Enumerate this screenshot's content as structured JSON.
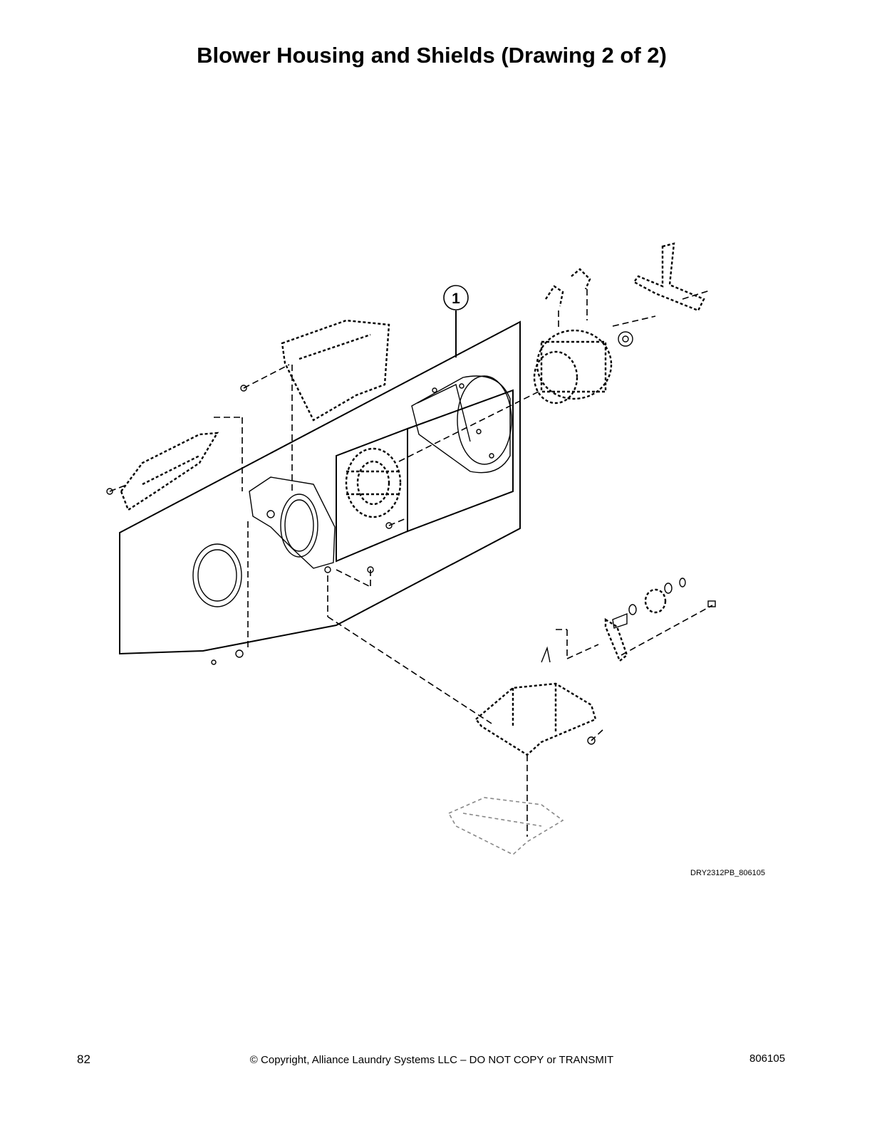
{
  "page": {
    "title": "Blower Housing and Shields (Drawing 2 of 2)",
    "page_number": "82",
    "copyright": "© Copyright, Alliance Laundry Systems LLC – DO NOT COPY or TRANSMIT",
    "document_number": "806105"
  },
  "drawing": {
    "drawing_id": "DRY2312PB_806105",
    "callouts": [
      {
        "label": "1"
      }
    ]
  }
}
